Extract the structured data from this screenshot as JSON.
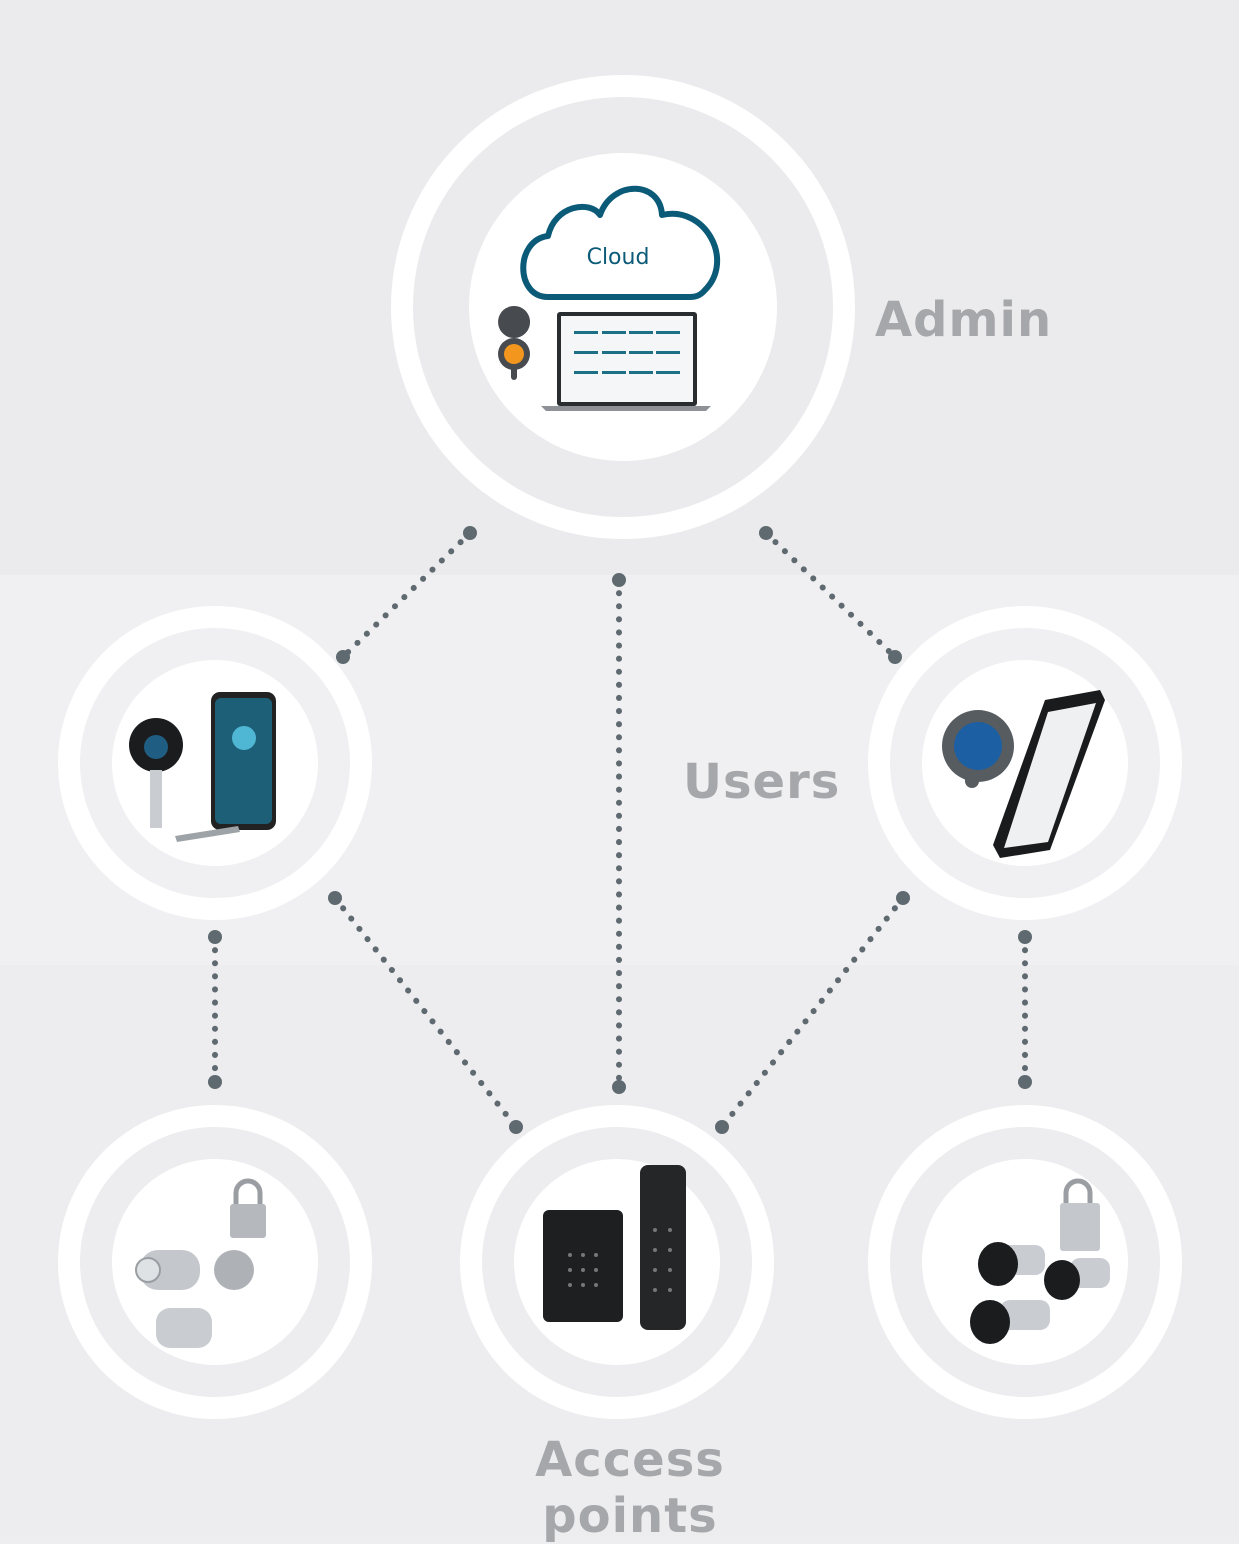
{
  "labels": {
    "admin": "Admin",
    "users": "Users",
    "access_points": "Access points"
  },
  "cloud": {
    "text": "Cloud"
  },
  "colors": {
    "cloud_stroke": "#0b5a78",
    "dots": "#5f6970",
    "label": "#a6a7ab",
    "accent_orange": "#f2961e",
    "ring": "#ffffff"
  },
  "nodes": [
    {
      "id": "admin-cloud-portal",
      "icon": "cloud-laptop-icon"
    },
    {
      "id": "user-key-phone",
      "icon": "key-and-phone-icon"
    },
    {
      "id": "user-tag-phone",
      "icon": "tag-and-phone-icon"
    },
    {
      "id": "access-cylinders-padlock",
      "icon": "cylinder-padlock-icon"
    },
    {
      "id": "access-keypads",
      "icon": "keypad-icon"
    },
    {
      "id": "access-cylinders-knobs",
      "icon": "cylinder-knob-icon"
    }
  ]
}
